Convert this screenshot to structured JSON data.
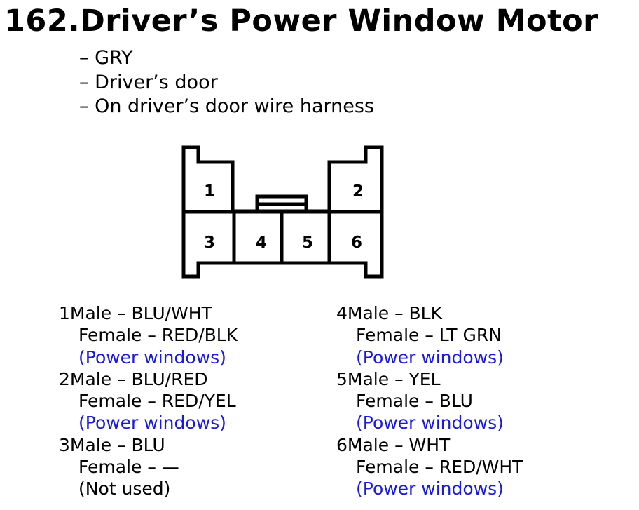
{
  "title": "162.Driver’s Power Window Motor",
  "info": [
    "GRY",
    "Driver’s door",
    "On driver’s door wire harness"
  ],
  "connector": {
    "cavities": [
      "1",
      "2",
      "3",
      "4",
      "5",
      "6"
    ]
  },
  "colors": {
    "text": "#000000",
    "used": "#1a1adb"
  },
  "pins": {
    "left": [
      {
        "pin": "1",
        "male": "Male – BLU/WHT",
        "female": "Female – RED/BLK",
        "use": "(Power windows)",
        "active": true
      },
      {
        "pin": "2",
        "male": "Male – BLU/RED",
        "female": "Female – RED/YEL",
        "use": "(Power windows)",
        "active": true
      },
      {
        "pin": "3",
        "male": "Male – BLU",
        "female": "Female – —",
        "use": "(Not used)",
        "active": false
      }
    ],
    "right": [
      {
        "pin": "4",
        "male": "Male – BLK",
        "female": "Female – LT GRN",
        "use": "(Power windows)",
        "active": true
      },
      {
        "pin": "5",
        "male": "Male – YEL",
        "female": "Female – BLU",
        "use": "(Power windows)",
        "active": true
      },
      {
        "pin": "6",
        "male": "Male – WHT",
        "female": "Female – RED/WHT",
        "use": "(Power windows)",
        "active": true
      }
    ]
  }
}
